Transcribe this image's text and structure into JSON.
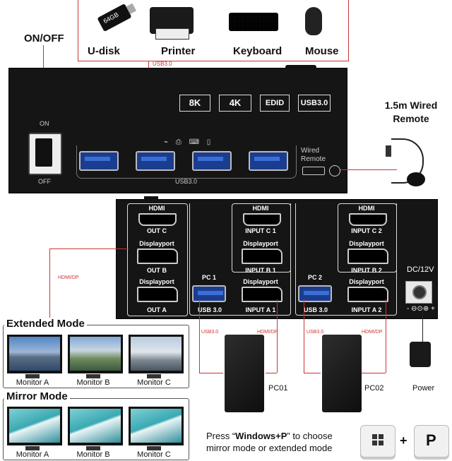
{
  "peripherals": {
    "usb_disk": "U-disk",
    "printer": "Printer",
    "keyboard": "Keyboard",
    "mouse": "Mouse",
    "stick_text": "64GB"
  },
  "labels": {
    "on_off": "ON/OFF",
    "usb30_top": "USB3.0",
    "on": "ON",
    "off": "OFF",
    "usb30_front": "USB3.0",
    "wired_remote_port": "Wired Remote",
    "wired_remote_title": "1.5m Wired Remote",
    "hdmi_dp": "HDMI/DP",
    "dc": "DC/12V",
    "power": "Power",
    "pc01": "PC01",
    "pc02": "PC02",
    "usb30_cable1": "USB3.0",
    "usb30_cable2": "USB3.0",
    "hdmidp_cable1": "HDMI/DP",
    "hdmidp_cable2": "HDMI/DP"
  },
  "badges": [
    "8K",
    "4K",
    "EDID",
    "USB3.0"
  ],
  "back_ports": {
    "hdmi": "HDMI",
    "displayport": "Displayport",
    "out_c": "OUT C",
    "out_b": "OUT B",
    "out_a": "OUT A",
    "pc1": "PC 1",
    "pc2": "PC 2",
    "input_c1": "INPUT C 1",
    "input_b1": "INPUT B 1",
    "input_a1": "INPUT A 1",
    "input_c2": "INPUT C 2",
    "input_b2": "INPUT B 2",
    "input_a2": "INPUT A 2",
    "usb30": "USB 3.0"
  },
  "extended_mode": {
    "title": "Extended Mode",
    "monitors": [
      "Monitor A",
      "Monitor B",
      "Monitor C"
    ]
  },
  "mirror_mode": {
    "title": "Mirror Mode",
    "monitors": [
      "Monitor A",
      "Monitor B",
      "Monitor C"
    ]
  },
  "instruction": {
    "pre": "Press  “",
    "keys": "Windows+P",
    "post": "”  to choose",
    "line2": "mirror mode or extended mode",
    "plus": "+",
    "p_key": "P"
  },
  "colors": {
    "accent_red": "#cc3333",
    "usb_blue": "#1b3d8f",
    "device_black": "#151515"
  }
}
